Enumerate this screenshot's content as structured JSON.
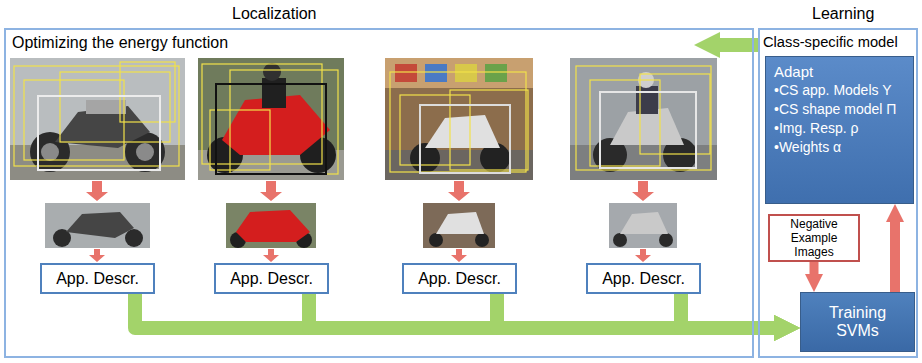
{
  "diagram": {
    "nodes": [
      {
        "text": [
          "Localization",
          "Optimizing the energy function"
        ]
      },
      {
        "text": [
          "App. Descr."
        ],
        "in": 0
      },
      {
        "text": [
          "App. Descr."
        ],
        "in": 0
      },
      {
        "text": [
          "App. Descr."
        ],
        "in": 0
      },
      {
        "text": [
          "App. Descr."
        ],
        "in": 0
      },
      {
        "text": [
          "Learning",
          "Class-specific model"
        ]
      },
      {
        "text": [
          "Adapt",
          "•CS app. Models Y",
          "•CS shape model Π",
          "•Img. Resp. ρ",
          "•Weights α"
        ],
        "in": 5
      },
      {
        "text": [
          "Negative Example Images"
        ],
        "in": 5
      },
      {
        "text": [
          "Training SVMs"
        ],
        "in": 5
      }
    ],
    "edges": [
      {
        "from": 1,
        "to": 8,
        "arrow": "to"
      },
      {
        "from": 2,
        "to": 8,
        "arrow": "to"
      },
      {
        "from": 3,
        "to": 8,
        "arrow": "to"
      },
      {
        "from": 4,
        "to": 8,
        "arrow": "to"
      },
      {
        "from": 7,
        "to": 8,
        "arrow": "to"
      },
      {
        "from": 8,
        "to": 6,
        "arrow": "to"
      },
      {
        "from": 5,
        "to": 0,
        "arrow": "to"
      }
    ]
  }
}
